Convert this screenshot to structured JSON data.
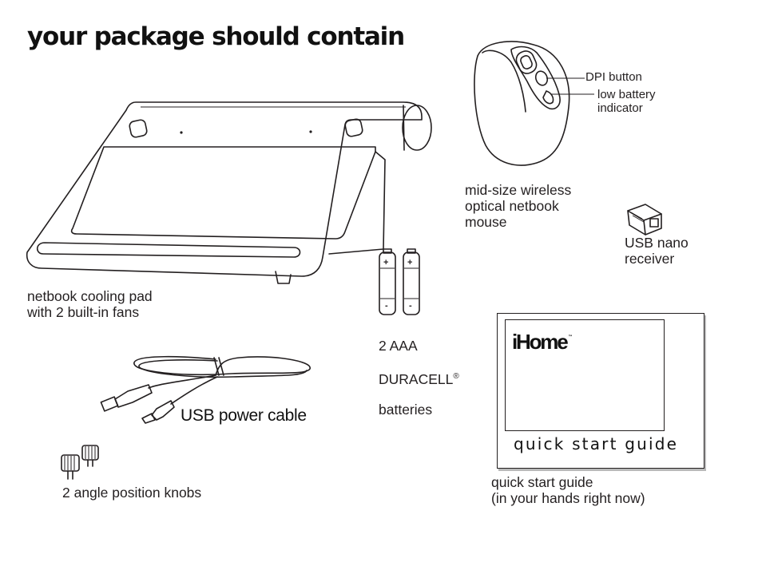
{
  "page": {
    "title": "your package should contain"
  },
  "items": {
    "cooling_pad": {
      "caption": "netbook cooling pad\nwith 2 built-in fans"
    },
    "mouse": {
      "caption": "mid-size wireless\noptical netbook\nmouse",
      "callouts": {
        "dpi_button": "DPI button",
        "low_battery": "low battery\nindicator"
      }
    },
    "receiver": {
      "caption": "USB nano\nreceiver"
    },
    "batteries": {
      "caption_line1": "2 AAA",
      "caption_line2": "DURACELL",
      "registered_mark": "®",
      "caption_line3": "batteries",
      "plus": "+",
      "minus": "-"
    },
    "cable": {
      "caption": "USB power cable"
    },
    "knobs": {
      "caption": "2 angle position knobs"
    },
    "guide": {
      "brand": "iHome",
      "trademark": "™",
      "cover_label": "quick start guide",
      "caption": "quick start guide\n(in your hands right now)"
    }
  }
}
